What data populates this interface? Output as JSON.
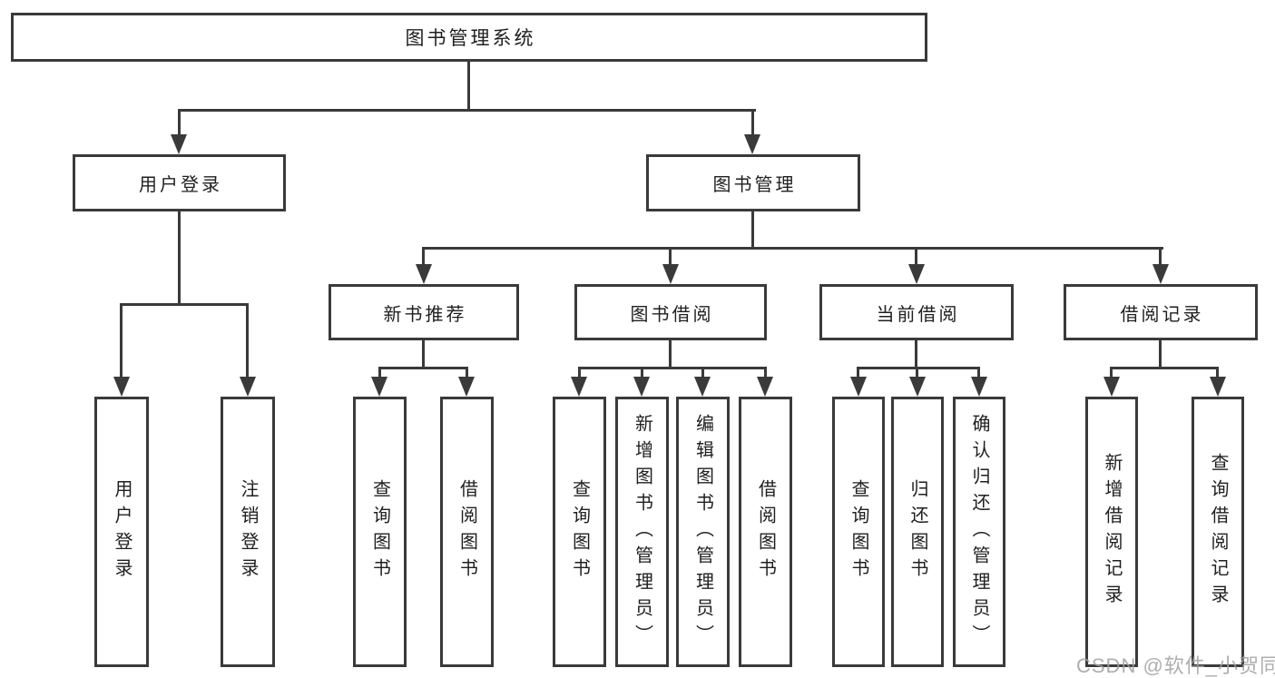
{
  "nodes": {
    "root": "图书管理系统",
    "level2": [
      "用户登录",
      "图书管理"
    ],
    "level3": [
      "新书推荐",
      "图书借阅",
      "当前借阅",
      "借阅记录"
    ],
    "leaves": [
      "用户登录",
      "注销登录",
      "查询图书",
      "借阅图书",
      "查询图书",
      "新增图书（管理员）",
      "编辑图书（管理员）",
      "借阅图书",
      "查询图书",
      "归还图书",
      "确认归还（管理员）",
      "新增借阅记录",
      "查询借阅记录"
    ]
  },
  "watermark": "CSDN @软件_小贺同学",
  "colors": {
    "line": "#3a3a3a",
    "text": "#1f1f1f",
    "background": "#ffffff",
    "watermark": "#a0a0a0"
  }
}
